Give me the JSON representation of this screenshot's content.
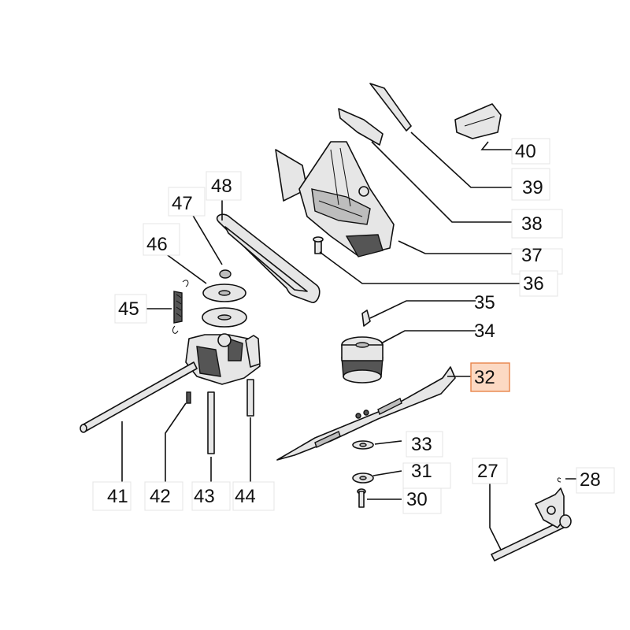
{
  "callouts": {
    "c27": "27",
    "c28": "28",
    "c30": "30",
    "c31": "31",
    "c32": "32",
    "c33": "33",
    "c34": "34",
    "c35": "35",
    "c36": "36",
    "c37": "37",
    "c38": "38",
    "c39": "39",
    "c40": "40",
    "c41": "41",
    "c42": "42",
    "c43": "43",
    "c44": "44",
    "c45": "45",
    "c46": "46",
    "c47": "47",
    "c48": "48"
  },
  "highlight": {
    "part": "32",
    "fill": "#fcd9c3",
    "border": "#e8844a"
  },
  "colors": {
    "line": "#111111",
    "part_fill": "#e6e6e6"
  }
}
